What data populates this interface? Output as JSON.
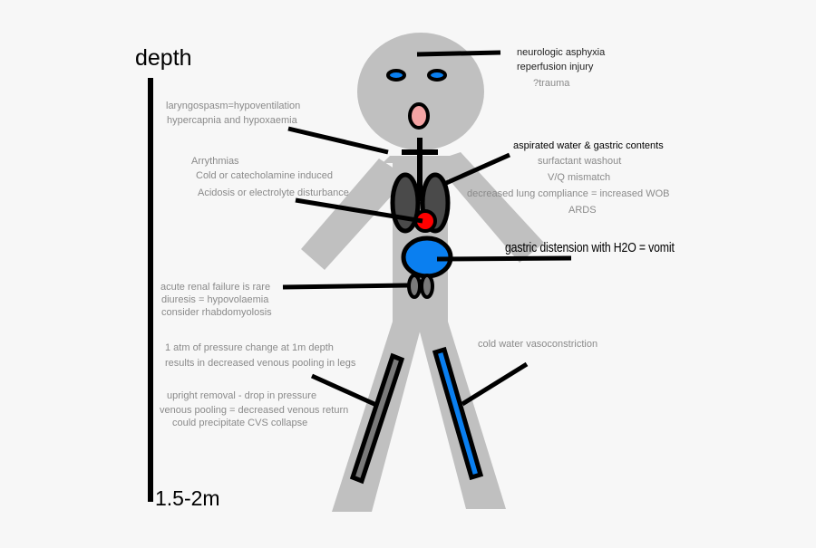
{
  "diagram": {
    "depth_scale": {
      "top_label": "depth",
      "bottom_label": "1.5-2m"
    },
    "colors": {
      "background": "#f7f7f7",
      "body": "#c0c0c0",
      "outline": "#000000",
      "lungs": "#4a4a4a",
      "heart": "#ff0000",
      "stomach": "#0a7ff0",
      "kidneys": "#7a7a7a",
      "eyes_pupil": "#0a7ff0",
      "mouth": "#f4a4a4",
      "vein_blue": "#0a7ff0",
      "vein_grey": "#7a7a7a",
      "annotation_text": "#8a8a8a"
    },
    "annotations": {
      "brain": {
        "lines": [
          "neurologic asphyxia",
          "reperfusion injury",
          "?trauma"
        ]
      },
      "larynx": {
        "lines": [
          "laryngospasm=hypoventilation",
          "hypercapnia and hypoxaemia"
        ]
      },
      "heart": {
        "lines": [
          "Arrythmias",
          "Cold or catecholamine induced",
          "Acidosis or electrolyte disturbance"
        ]
      },
      "lungs": {
        "title": "aspirated water & gastric contents",
        "lines": [
          "surfactant washout",
          "V/Q mismatch",
          "decreased lung compliance = increased WOB",
          "ARDS"
        ]
      },
      "stomach": {
        "text": "gastric distension with H2O = vomit"
      },
      "kidneys": {
        "lines": [
          "acute renal failure is rare",
          "diuresis = hypovolaemia",
          "consider rhabdomyolosis"
        ]
      },
      "legs_pressure": {
        "lines": [
          "1 atm of pressure change at 1m depth",
          "results in decreased venous pooling in legs"
        ]
      },
      "removal": {
        "lines": [
          "upright removal - drop in pressure",
          "venous pooling = decreased venous return",
          "could precipitate CVS collapse"
        ]
      },
      "cold_water": {
        "text": "cold water vasoconstriction"
      }
    }
  }
}
